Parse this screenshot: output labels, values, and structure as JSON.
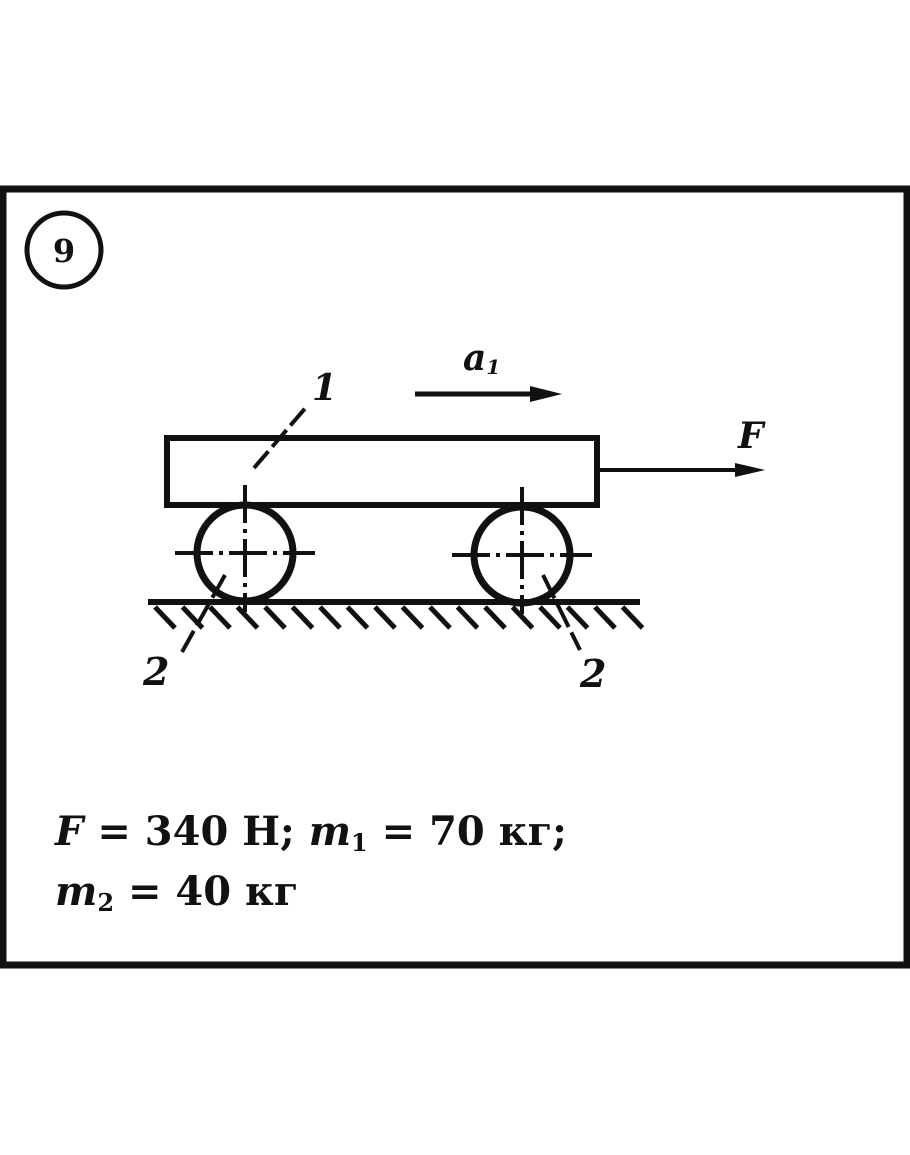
{
  "problem_number": "9",
  "labels": {
    "acceleration": "a",
    "acceleration_sub": "1",
    "force": "F",
    "body1": "1",
    "wheel_left": "2",
    "wheel_right": "2"
  },
  "given": {
    "line1": {
      "F_sym": "F",
      "F_val": " = 340 Н; ",
      "m1_sym": "m",
      "m1_sub": "1",
      "m1_val": " = 70 кг;"
    },
    "line2": {
      "m2_sym": "m",
      "m2_sub": "2",
      "m2_val": " = 40 кг"
    }
  },
  "colors": {
    "ink": "#111111",
    "background": "#ffffff"
  }
}
